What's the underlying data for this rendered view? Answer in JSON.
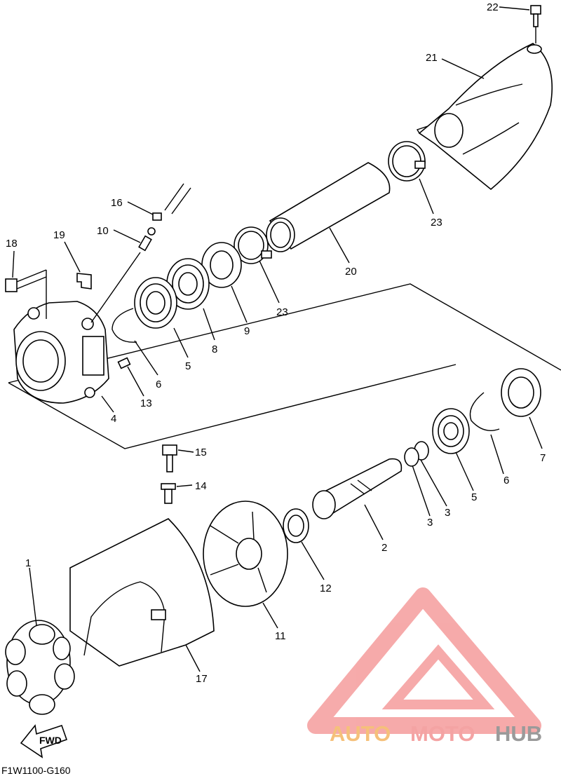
{
  "diagram": {
    "caption": "F1W1100-G160",
    "direction_badge": "FWD",
    "watermark": {
      "part1": "AUTO",
      "part2": "MOTO",
      "part3": "HUB",
      "color_part1": "#f5c07a",
      "color_part2": "#f4a3a3",
      "color_part3": "#9a9a9a",
      "logo_color": "#f59c9c"
    },
    "callouts": {
      "c1": "1",
      "c2": "2",
      "c3a": "3",
      "c3b": "3",
      "c4": "4",
      "c5a": "5",
      "c5b": "5",
      "c6a": "6",
      "c6b": "6",
      "c7": "7",
      "c8": "8",
      "c9": "9",
      "c10": "10",
      "c11": "11",
      "c12": "12",
      "c13": "13",
      "c14": "14",
      "c15": "15",
      "c16": "16",
      "c17": "17",
      "c18": "18",
      "c19": "19",
      "c20": "20",
      "c21": "21",
      "c22": "22",
      "c23a": "23",
      "c23b": "23"
    }
  }
}
